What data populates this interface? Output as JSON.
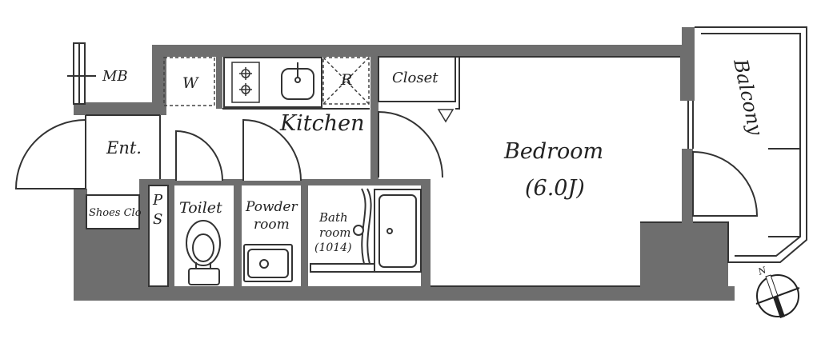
{
  "labels": {
    "mb": "MB",
    "w": "W",
    "r": "R",
    "closet": "Closet",
    "kitchen": "Kitchen",
    "balcony": "Balcony",
    "entrance": "Ent.",
    "bedroom": "Bedroom",
    "bedroom_size": "(6.0J)",
    "shoes_closet": "Shoes Clo",
    "ps_p": "P",
    "ps_s": "S",
    "toilet": "Toilet",
    "powder_line1": "Powder",
    "powder_line2": "room",
    "bath_line1": "Bath",
    "bath_line2": "room",
    "bath_size": "(1014)",
    "compass_n": "N"
  },
  "colors": {
    "wall": "#6e6e6e",
    "line": "#333333",
    "compass_fill": "#222222"
  },
  "icons": [
    "stove-icon",
    "sink-icon",
    "toilet-icon",
    "washbasin-icon",
    "bathtub-icon",
    "compass-icon"
  ]
}
